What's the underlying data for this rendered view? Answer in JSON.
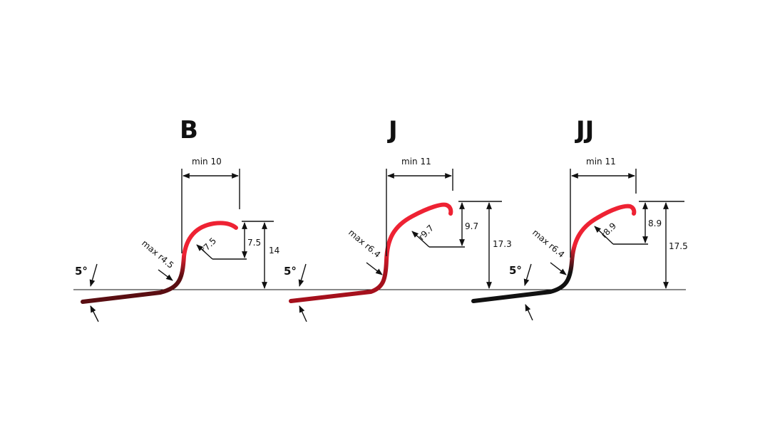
{
  "colors": {
    "hook_red": "#ee2233",
    "hook_dark_B": "#5a0e12",
    "hook_dark_J": "#a5101c",
    "hook_dark_JJ": "#111111",
    "line": "#111111"
  },
  "profiles": [
    {
      "title": "B",
      "width_label": "min 10",
      "bend_radius_label": "max r4.5",
      "curl_radius_label": "r7.5",
      "tip_height_label": "7.5",
      "total_height_label": "14",
      "angle_label": "5°"
    },
    {
      "title": "J",
      "width_label": "min 11",
      "bend_radius_label": "max r6.4",
      "curl_radius_label": "r9.7",
      "tip_height_label": "9.7",
      "total_height_label": "17.3",
      "angle_label": "5°"
    },
    {
      "title": "JJ",
      "width_label": "min 11",
      "bend_radius_label": "max r6.4",
      "curl_radius_label": "r8.9",
      "tip_height_label": "8.9",
      "total_height_label": "17.5",
      "angle_label": "5°"
    }
  ]
}
